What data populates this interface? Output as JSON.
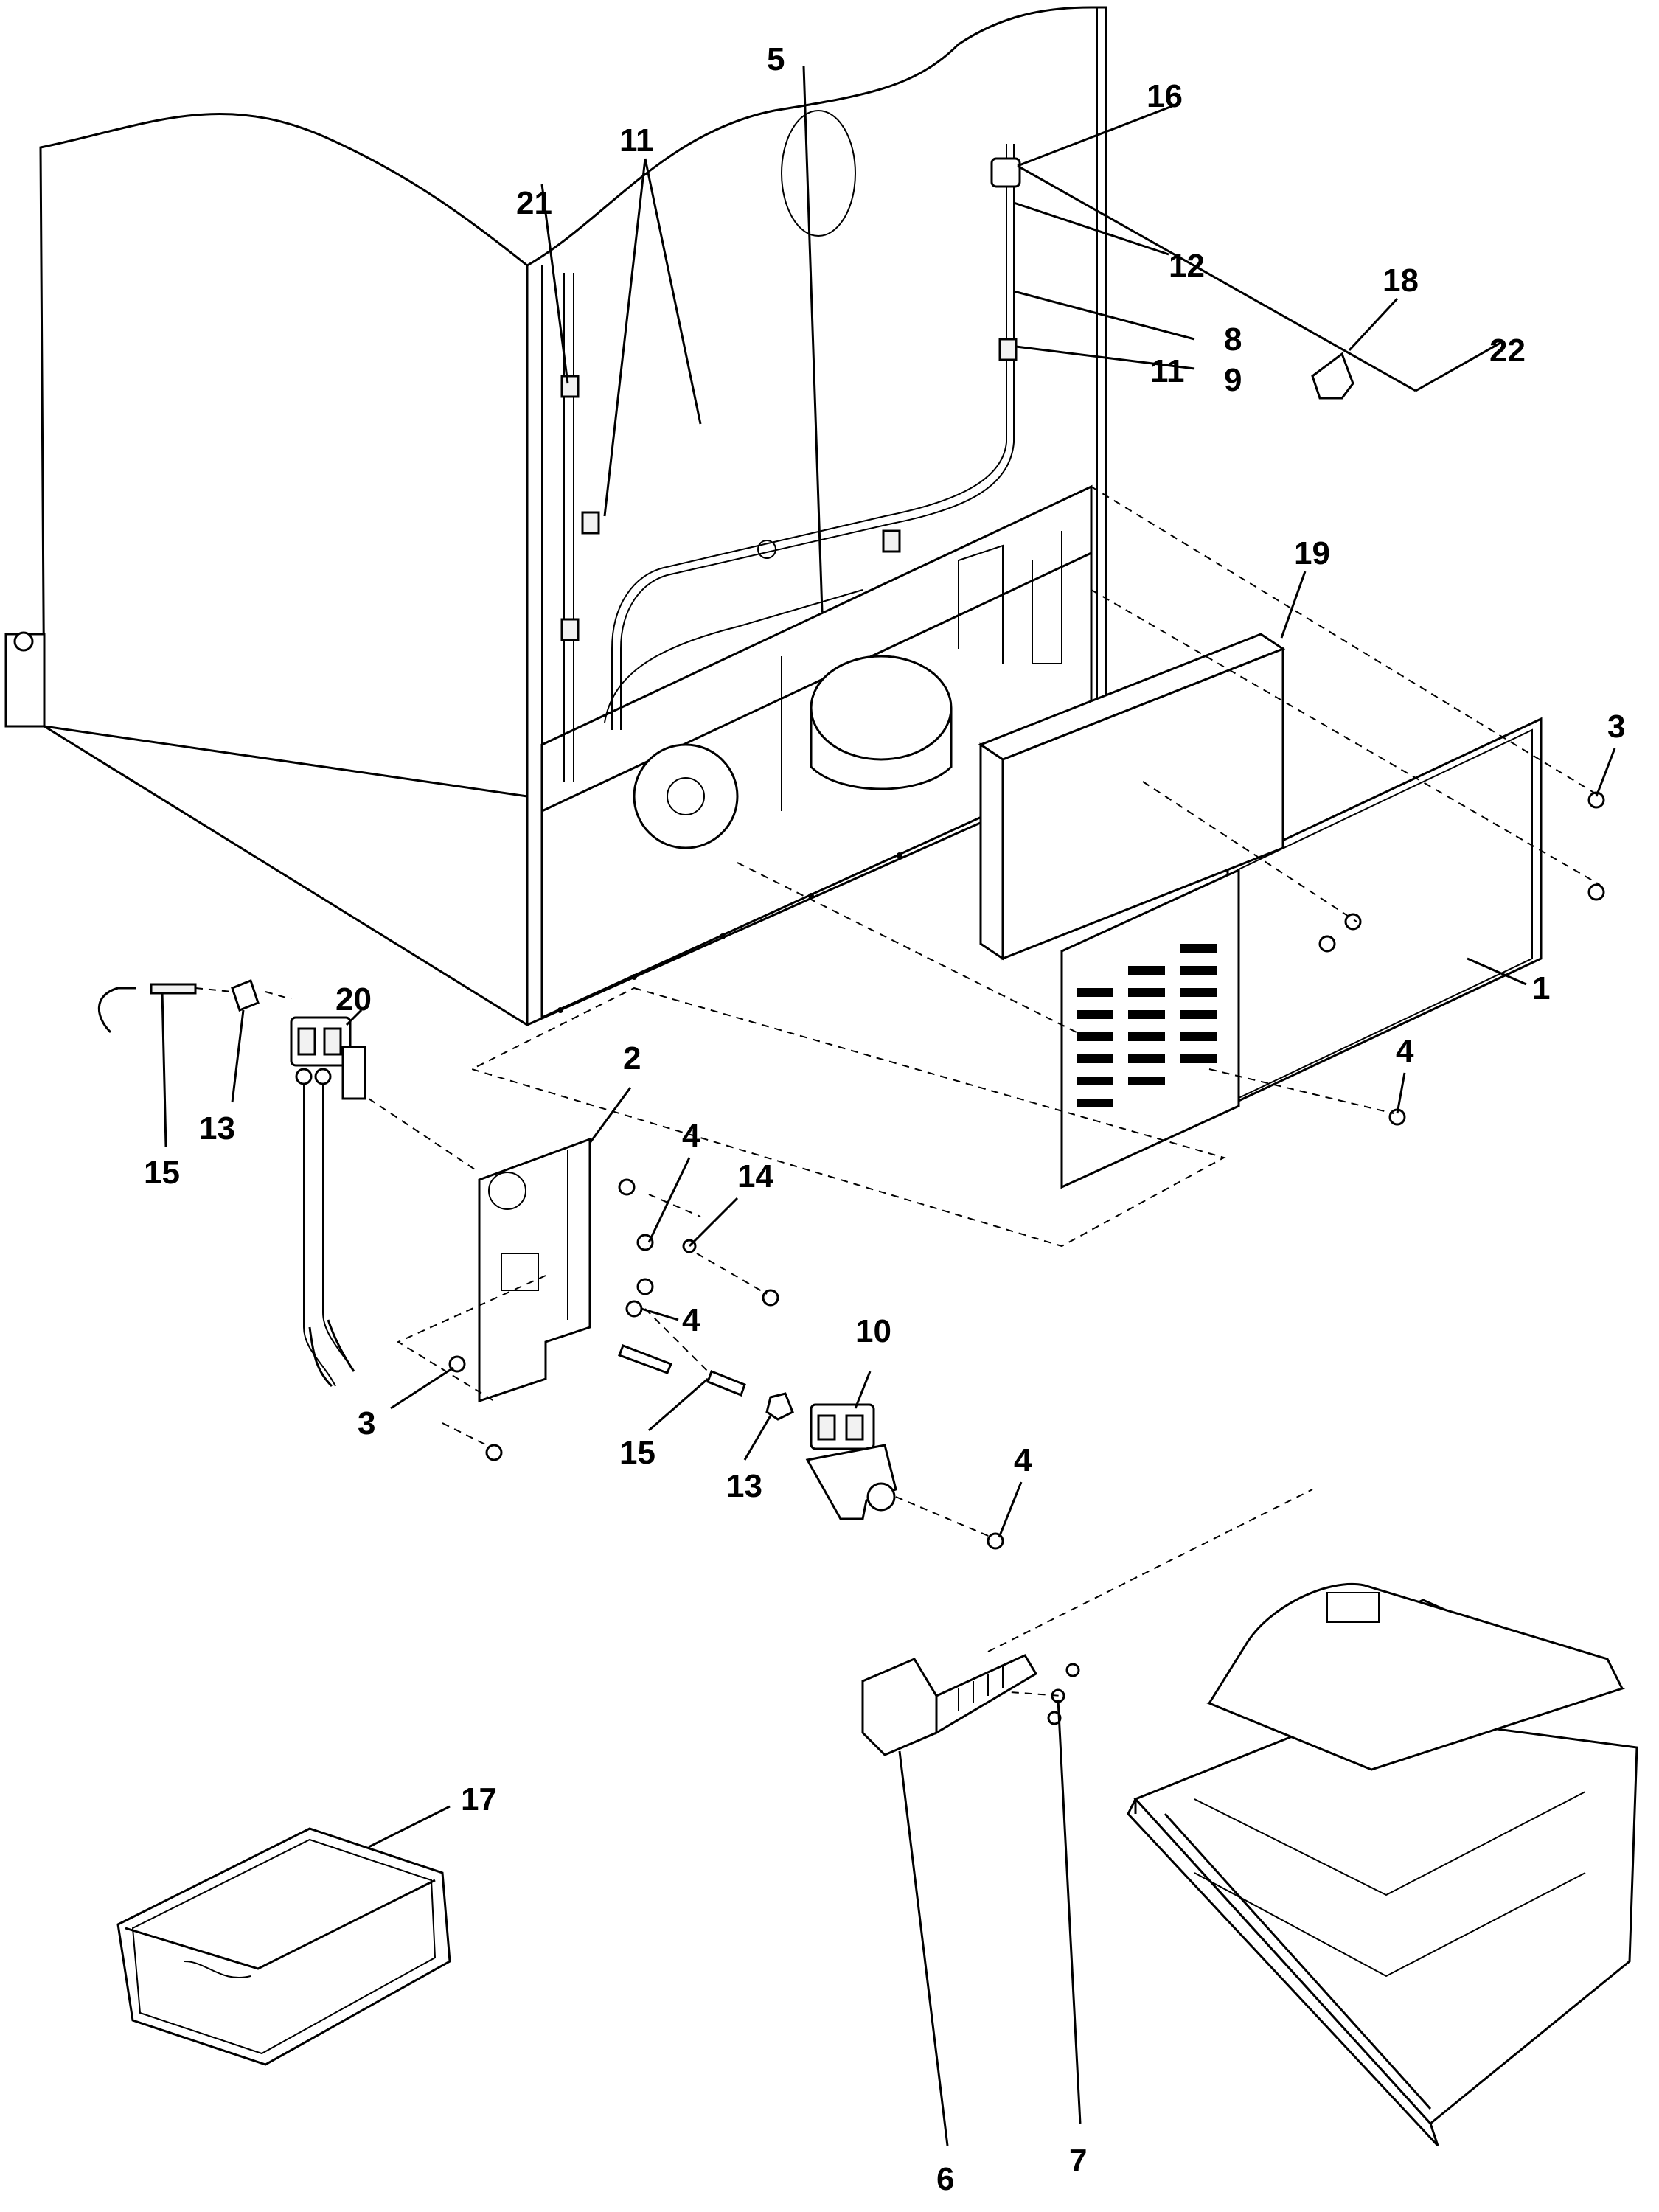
{
  "callouts": {
    "c1": "1",
    "c2": "2",
    "c3a": "3",
    "c3b": "3",
    "c4a": "4",
    "c4b": "4",
    "c4c": "4",
    "c4d": "4",
    "c5": "5",
    "c6": "6",
    "c7": "7",
    "c8": "8",
    "c9": "9",
    "c10": "10",
    "c11a": "11",
    "c11b": "11",
    "c12": "12",
    "c13a": "13",
    "c13b": "13",
    "c14": "14",
    "c15a": "15",
    "c15b": "15",
    "c16": "16",
    "c17": "17",
    "c18": "18",
    "c19": "19",
    "c20": "20",
    "c21": "21",
    "c22": "22"
  }
}
